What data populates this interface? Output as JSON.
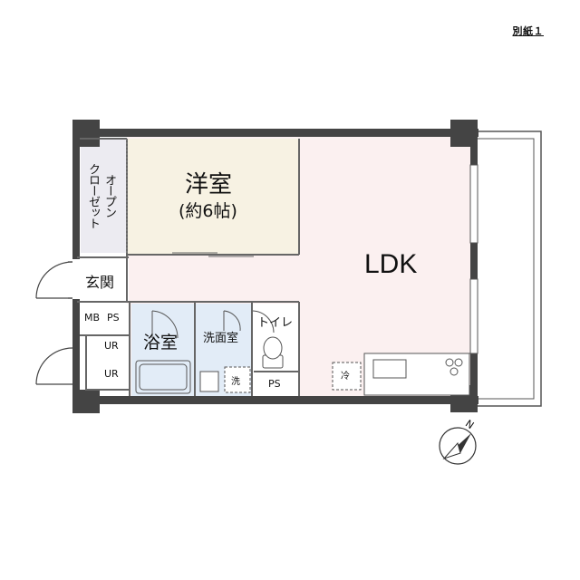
{
  "sheet_label": "別紙１",
  "rooms": {
    "western_room": {
      "name": "洋室",
      "size": "(約6帖)"
    },
    "ldk": {
      "name": "LDK"
    },
    "open_closet": {
      "line1": "オープン",
      "line2": "クローゼット"
    },
    "entrance": {
      "name": "玄関"
    },
    "bathroom": {
      "name": "浴室"
    },
    "washroom": {
      "name": "洗面室"
    },
    "toilet": {
      "name": "トイレ"
    }
  },
  "fixtures": {
    "mb": "MB",
    "ps_top": "PS",
    "ur_top": "UR",
    "ur_bottom": "UR",
    "ps_bottom": "PS",
    "washer": "洗",
    "fridge": "冷"
  },
  "compass": {
    "letter": "N"
  },
  "colors": {
    "wall": "#444444",
    "western_room_floor": "#f7f2e3",
    "ldk_floor": "#fbf0f0",
    "closet_floor": "#ecebf1",
    "bathroom_floor": "#e2ecf7",
    "washroom_floor": "#e2ecf7"
  }
}
